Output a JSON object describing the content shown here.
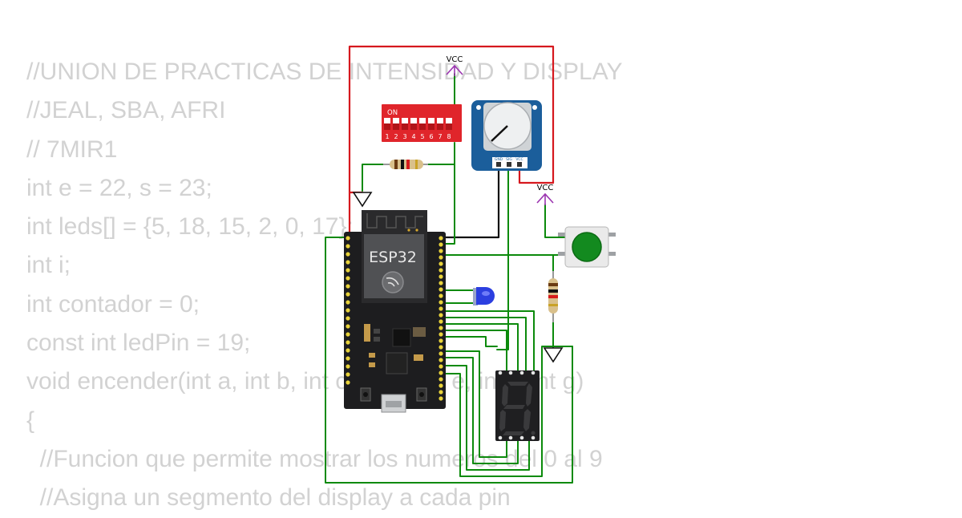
{
  "code_lines": [
    "//UNION DE PRACTICAS DE INTENSIDAD Y DISPLAY",
    "//JEAL, SBA, AFRI",
    "// 7MIR1",
    "int e = 22, s = 23;",
    "int leds[] = {5, 18, 15, 2, 0, 17};",
    "int i;",
    "int contador = 0;",
    "const int ledPin = 19;",
    "void encender(int a, int b, int c, int d, int e, int f, int g)",
    "{",
    "  //Funcion que permite mostrar los numeros del 0 al 9",
    "  //Asigna un segmento del display a cada pin"
  ],
  "circuit": {
    "board_label": "ESP32",
    "vcc_label_top": "VCC",
    "vcc_label_right": "VCC",
    "dip_switch": {
      "on_label": "ON",
      "numbers": [
        "1",
        "2",
        "3",
        "4",
        "5",
        "6",
        "7",
        "8"
      ]
    },
    "pot_pins": [
      "GND",
      "SIG",
      "VCC"
    ],
    "button_label": "",
    "colors": {
      "wire_red": "#d6181e",
      "wire_green": "#0b8a0b",
      "wire_black": "#111111",
      "vcc": "#9b35b0",
      "pcb_blue": "#1b5e9b",
      "dip_red": "#e0252b",
      "button_green": "#138a1f"
    }
  }
}
